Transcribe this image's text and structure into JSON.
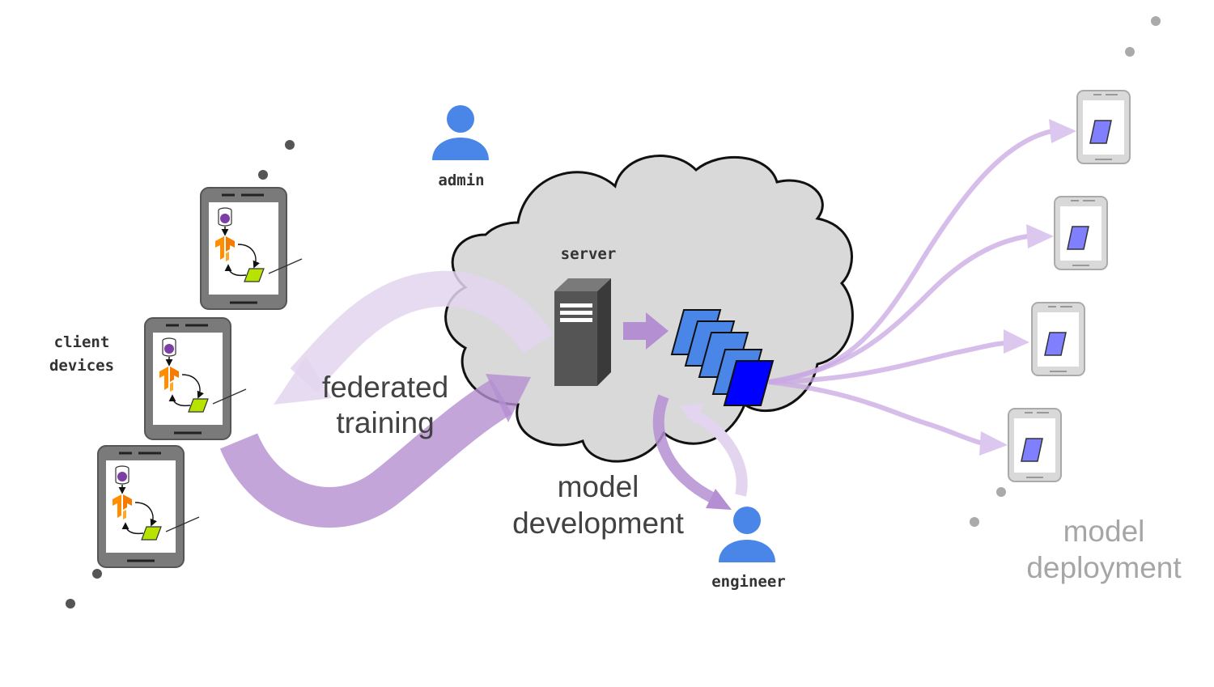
{
  "labels": {
    "admin": "admin",
    "server": "server",
    "client_devices_line1": "client",
    "client_devices_line2": "devices",
    "federated_training_line1": "federated",
    "federated_training_line2": "training",
    "model_development_line1": "model",
    "model_development_line2": "development",
    "engineer": "engineer",
    "model_deployment_line1": "model",
    "model_deployment_line2": "deployment"
  },
  "colors": {
    "person": "#4a86e8",
    "cloud_fill": "#d9d9d9",
    "server_body": "#4d4d4d",
    "model_tile": "#4a86e8",
    "model_tile_final": "#0000ff",
    "flow_strong": "#b48fd1",
    "flow_light": "#e3d5ef",
    "phone_dark": "#7a7a7a",
    "phone_light": "#bdbdbd",
    "deploy_tile": "#8080ff",
    "client_tile": "#b6e300",
    "data_dot": "#7b3fa6",
    "tf_orange": "#ff8f00",
    "dots": "#555555",
    "dots_light": "#aaaaaa"
  },
  "icons": [
    "person-icon",
    "server-icon",
    "cloud-shape",
    "phone-icon",
    "database-icon",
    "tensorflow-icon",
    "model-tile-icon"
  ]
}
